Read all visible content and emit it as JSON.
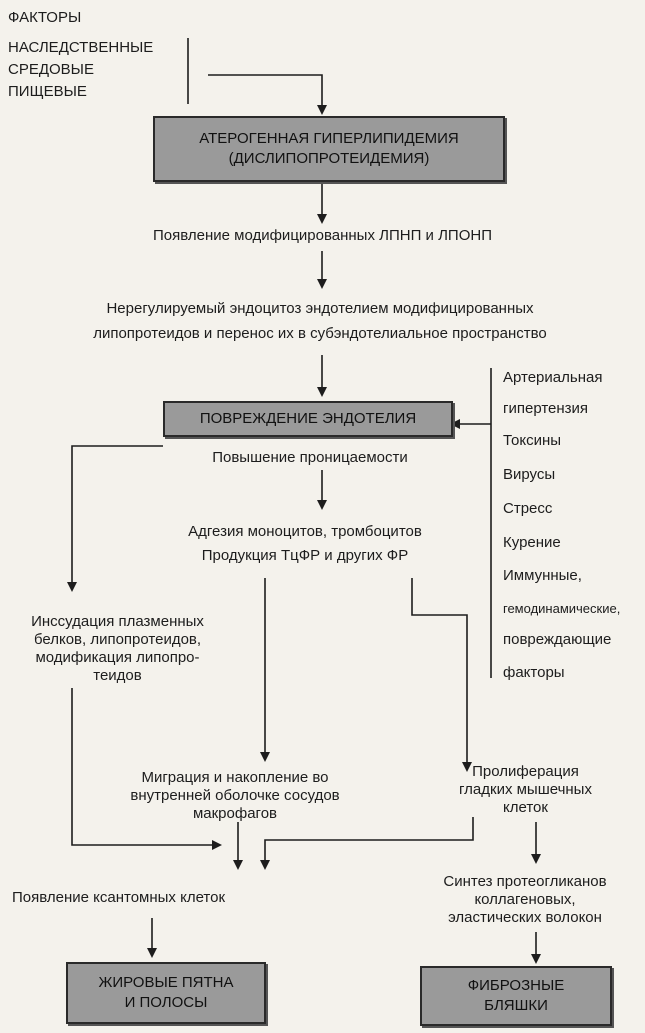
{
  "header": "ФАКТОРЫ",
  "factors_top": [
    "НАСЛЕДСТВЕННЫЕ",
    "СРЕДОВЫЕ",
    "ПИЩЕВЫЕ"
  ],
  "box_hyperlipidemia": [
    "АТЕРОГЕННАЯ ГИПЕРЛИПИДЕМИЯ",
    "(ДИСЛИПОПРОТЕИДЕМИЯ)"
  ],
  "step_modified": "Появление модифицированных ЛПНП и ЛПОНП",
  "step_endocytosis": [
    "Нерегулируемый эндоцитоз эндотелием  модифицированных",
    "липопротеидов и перенос их в субэндотелиальное пространство"
  ],
  "box_endothelium": "ПОВРЕЖДЕНИЕ ЭНДОТЕЛИЯ",
  "side_factors": [
    "Артериальная",
    "гипертензия",
    "Токсины",
    "Вирусы",
    "Стресс",
    "Курение",
    "Иммунные,",
    "гемодинамические,",
    "повреждающие",
    "факторы"
  ],
  "step_permeability": "Повышение проницаемости",
  "step_adhesion": [
    "Адгезия моноцитов, тромбоцитов",
    "Продукция ТцФР и других ФР"
  ],
  "step_insudation": [
    "Инссудация плазменных",
    "белков, липопротеидов,",
    "модификация липопро-",
    "теидов"
  ],
  "step_migration": [
    "Миграция и накопление во",
    "внутренней оболочке сосудов",
    "макрофагов"
  ],
  "step_proliferation": [
    "Пролиферация",
    "гладких мышечных",
    "клеток"
  ],
  "step_xanthoma": "Появление ксантомных клеток",
  "step_synthesis": [
    "Синтез протеогликанов",
    "коллагеновых,",
    "эластических волокон"
  ],
  "box_fatty": [
    "ЖИРОВЫЕ ПЯТНА",
    "И ПОЛОСЫ"
  ],
  "box_fibrous": [
    "ФИБРОЗНЫЕ",
    "БЛЯШКИ"
  ]
}
